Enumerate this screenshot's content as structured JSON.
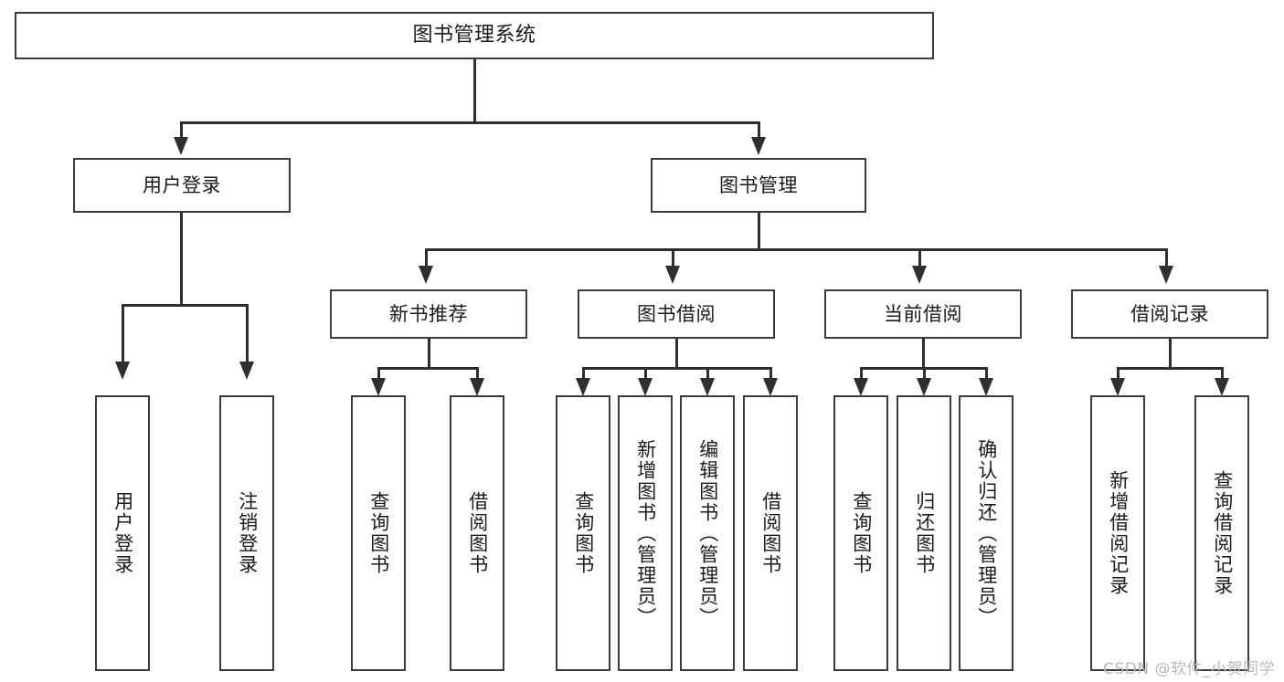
{
  "diagram": {
    "title": "图书管理系统",
    "type": "function-decomposition-tree",
    "watermark": "CSDN @软件_小贺同学",
    "colors": {
      "border": "#3c3c3c",
      "connector": "#2f2f2f",
      "background": "#ffffff",
      "text": "#1a1a1a",
      "watermark": "#b9b9b9"
    },
    "root": {
      "label": "图书管理系统"
    },
    "level2": [
      {
        "label": "用户登录"
      },
      {
        "label": "图书管理"
      }
    ],
    "level3": [
      {
        "label": "新书推荐"
      },
      {
        "label": "图书借阅"
      },
      {
        "label": "当前借阅"
      },
      {
        "label": "借阅记录"
      }
    ],
    "leaves": {
      "user_login": [
        {
          "label": "用户登录"
        },
        {
          "label": "注销登录"
        }
      ],
      "new_book": [
        {
          "label": "查询图书"
        },
        {
          "label": "借阅图书"
        }
      ],
      "book_borrow": [
        {
          "label": "查询图书"
        },
        {
          "label": "新增图书（管理员）"
        },
        {
          "label": "编辑图书（管理员）"
        },
        {
          "label": "借阅图书"
        }
      ],
      "current_borrow": [
        {
          "label": "查询图书"
        },
        {
          "label": "归还图书"
        },
        {
          "label": "确认归还（管理员）"
        }
      ],
      "borrow_record": [
        {
          "label": "新增借阅记录"
        },
        {
          "label": "查询借阅记录"
        }
      ]
    }
  }
}
